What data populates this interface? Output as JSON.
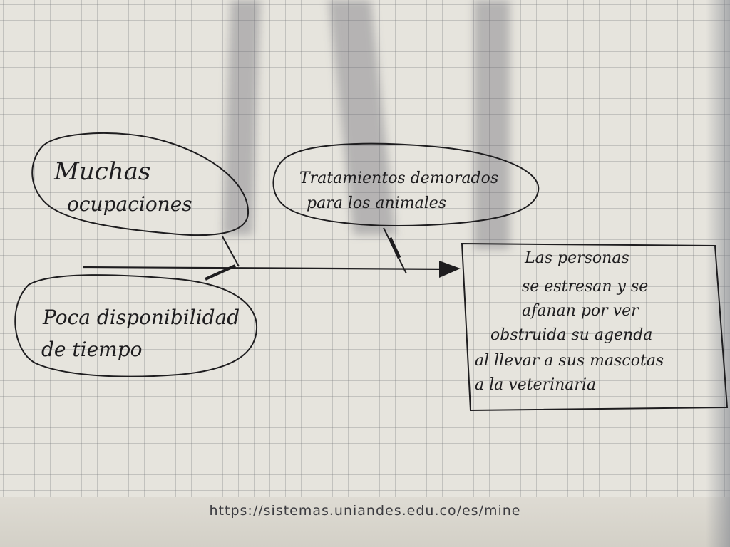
{
  "diagram": {
    "type": "fishbone",
    "effect": {
      "lines": [
        "Las personas",
        "se estresan y se",
        "afanan por ver",
        "obstruida su agenda",
        "al llevar a sus mascotas",
        "a la veterinaria"
      ]
    },
    "causes": [
      {
        "lines": [
          "Muchas",
          "ocupaciones"
        ]
      },
      {
        "lines": [
          "Tratamientos demorados",
          "para los animales"
        ]
      },
      {
        "lines": [
          "Poca disponibilidad",
          "de tiempo"
        ]
      }
    ]
  },
  "footer": {
    "url": "https://sistemas.uniandes.edu.co/es/mine"
  }
}
